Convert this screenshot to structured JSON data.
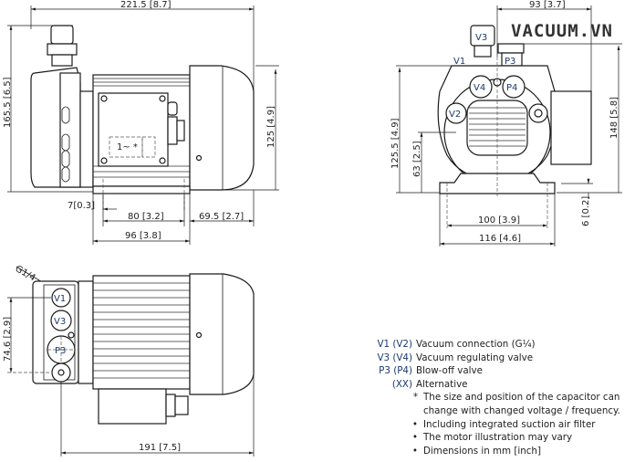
{
  "watermark": "VACUUM.VN",
  "dimensions": {
    "overall_length": "221.5 [8.7]",
    "overall_height": "165.5 [6.5]",
    "motor_height": "125 [4.9]",
    "foot_offset": "7[0.3]",
    "foot_spacing": "80 [3.2]",
    "motor_overhang": "69.5 [2.7]",
    "foot_length": "96 [3.8]",
    "front_width_top": "93 [3.7]",
    "front_height": "125.5 [4.9]",
    "axis_height": "63 [2.5]",
    "total_height": "148 [5.8]",
    "foot_thickness": "6 [0.2]",
    "foot_hole_spacing": "100 [3.9]",
    "foot_width": "116 [4.6]",
    "port_spacing": "74.6 [2.9]",
    "top_length": "191 [7.5]",
    "thread": "G1/4"
  },
  "port_labels": {
    "v1": "V1",
    "v2": "V2",
    "v3": "V3",
    "v4": "V4",
    "p3": "P3",
    "p4": "P4",
    "capacitor": "1~ *"
  },
  "legend": {
    "items": [
      {
        "key": "V1 (V2)",
        "text": "Vacuum connection (G¼)"
      },
      {
        "key": "V3 (V4)",
        "text": "Vacuum regulating valve"
      },
      {
        "key": "P3 (P4)",
        "text": "Blow-off valve"
      },
      {
        "key": "(XX)",
        "text": "Alternative"
      }
    ],
    "notes": [
      {
        "mark": "*",
        "text": "The size and position of the capacitor can"
      },
      {
        "mark": "",
        "text": "change with changed voltage / frequency."
      },
      {
        "mark": "•",
        "text": "Including integrated suction air filter"
      },
      {
        "mark": "•",
        "text": "The motor illustration may vary"
      },
      {
        "mark": "•",
        "text": "Dimensions in mm [inch]"
      }
    ]
  }
}
